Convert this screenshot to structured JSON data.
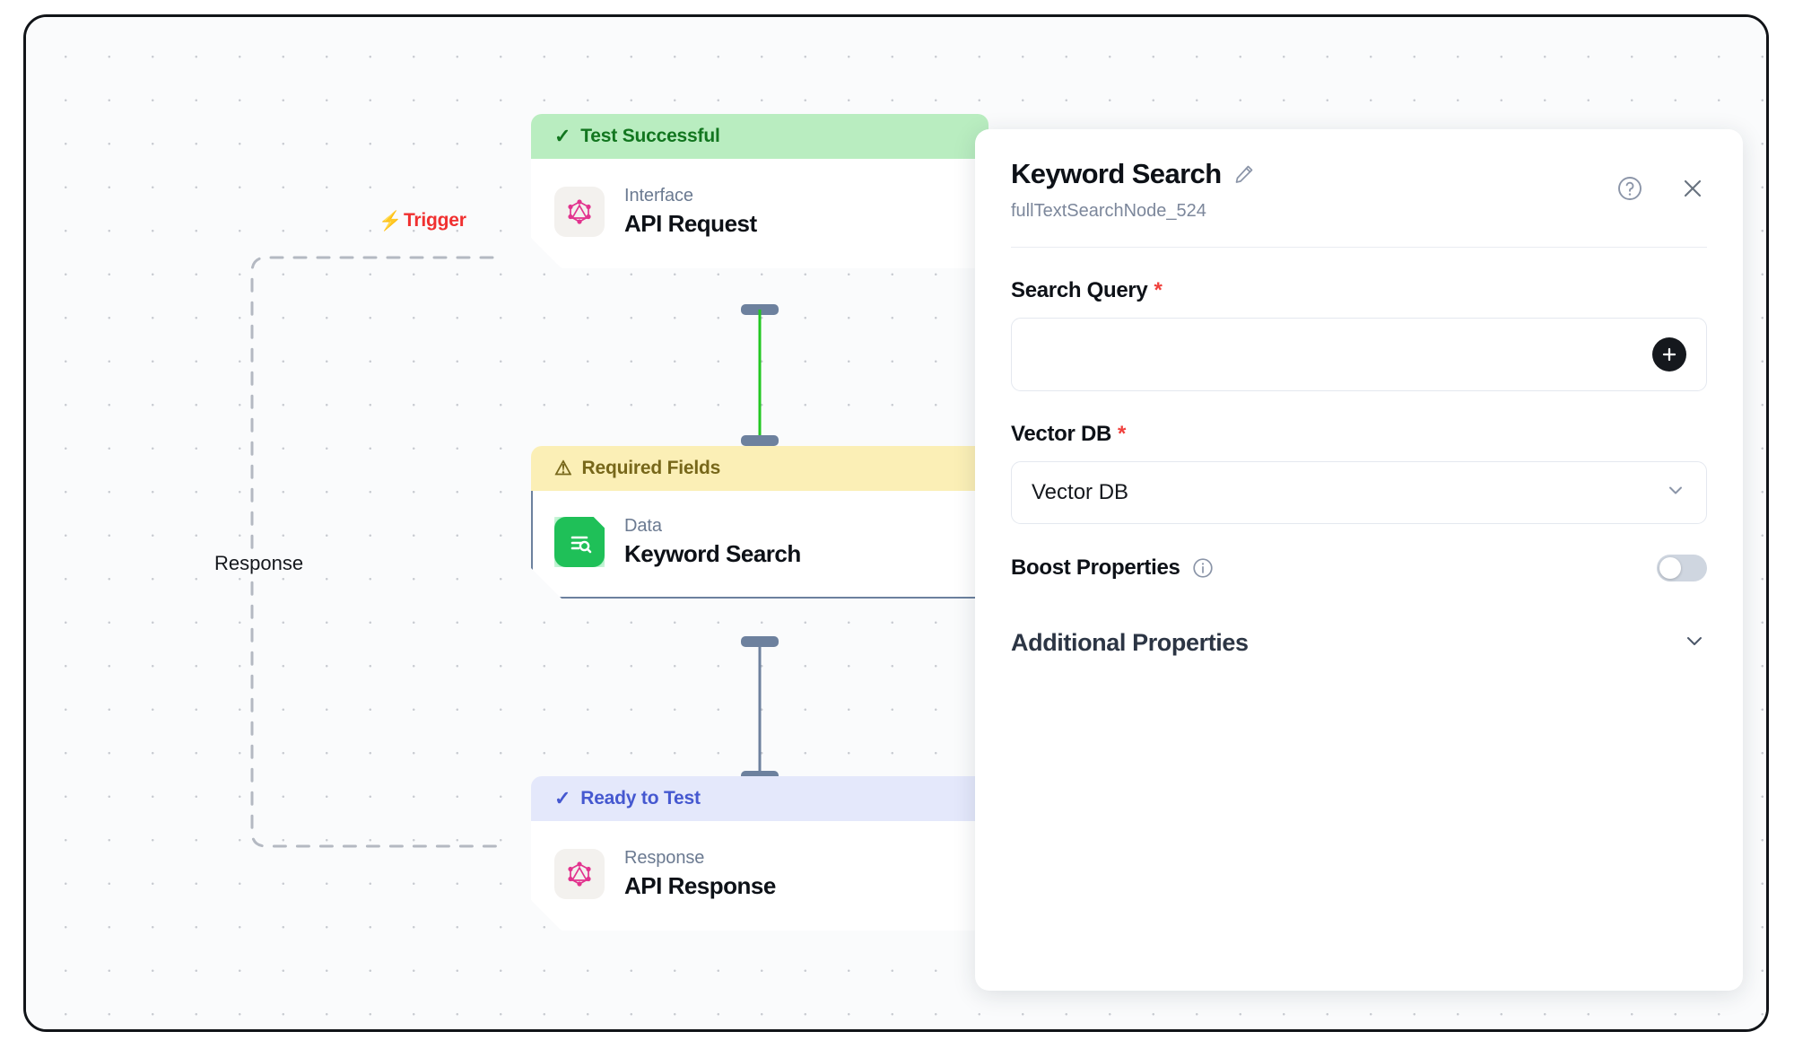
{
  "canvas": {
    "trigger_label": "Trigger",
    "trigger_icon": "lightning-bolt-icon",
    "response_label": "Response",
    "trigger_color": "#f03030"
  },
  "nodes": [
    {
      "banner": "Test Successful",
      "banner_state": "success",
      "banner_icon": "check-icon",
      "kind": "Interface",
      "title": "API Request",
      "icon": "graphql-icon"
    },
    {
      "banner": "Required Fields",
      "banner_state": "warning",
      "banner_icon": "warning-triangle-icon",
      "kind": "Data",
      "title": "Keyword Search",
      "icon": "data-search-icon",
      "selected": true
    },
    {
      "banner": "Ready to Test",
      "banner_state": "ready",
      "banner_icon": "check-icon",
      "kind": "Response",
      "title": "API Response",
      "icon": "graphql-icon"
    }
  ],
  "panel": {
    "title": "Keyword Search",
    "edit_icon": "pencil-icon",
    "subtitle": "fullTextSearchNode_524",
    "help_icon": "help-circle-icon",
    "close_icon": "close-icon",
    "fields": {
      "search_query": {
        "label": "Search Query",
        "required_mark": "*",
        "value": "",
        "placeholder": "",
        "add_icon": "plus-icon"
      },
      "vector_db": {
        "label": "Vector DB",
        "required_mark": "*",
        "selected": "Vector DB",
        "chevron_icon": "chevron-down-icon"
      },
      "boost_properties": {
        "label": "Boost Properties",
        "info_icon": "info-circle-icon",
        "enabled": false
      },
      "additional_properties": {
        "label": "Additional Properties",
        "chevron_icon": "chevron-down-icon",
        "expanded": false
      }
    }
  },
  "colors": {
    "success": "#12761f",
    "warning": "#77671a",
    "ready": "#4558d0",
    "required": "#f0403c",
    "wire_active": "#22c721",
    "wire_idle": "#6d819e"
  }
}
